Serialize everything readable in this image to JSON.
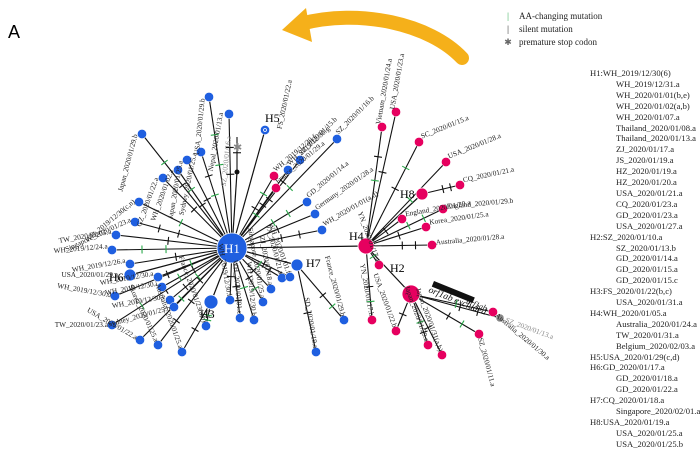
{
  "panel": "A",
  "legend": [
    {
      "symbol": "|",
      "color": "#2aa84a",
      "label": "AA-changing mutation"
    },
    {
      "symbol": "|",
      "color": "#111111",
      "label": "silent mutation"
    },
    {
      "symbol": "✱",
      "color": "#666666",
      "label": "premature stop codon"
    }
  ],
  "colors": {
    "blue": "#1f5fe0",
    "pink": "#e6005f",
    "grey": "#888888",
    "arrow": "#f5b01a",
    "green": "#2aa84a"
  },
  "hubs": [
    {
      "id": "H1",
      "label": "H1"
    },
    {
      "id": "H2",
      "label": "H2"
    },
    {
      "id": "H3",
      "label": "H3"
    },
    {
      "id": "H4",
      "label": "H4"
    },
    {
      "id": "H5",
      "label": "H5"
    },
    {
      "id": "H6",
      "label": "H6"
    },
    {
      "id": "H7",
      "label": "H7"
    },
    {
      "id": "H8",
      "label": "H8"
    }
  ],
  "annotations": {
    "orf1ab_excluded": "orf1ab excluded",
    "orf1ab": "orf1ab"
  },
  "leaves": [
    "USA_2020/01/29.b",
    "SZ_2020/01/16.a",
    "Nepal_2020/01/13.a",
    "FS_2020/01/22.a",
    "Japan_2020/01/29.b",
    "Japan_2020/01/25.a",
    "Sydney_2020/01/25.a",
    "GZ_2020/01/22.a",
    "WH_2020/01/02.a",
    "WH_2019/12/30(c,n)",
    "Singapore_2020/01/23.a",
    "TW_2020/02/05.a",
    "WH_2019/12/24.a",
    "WH_2019/12/26.a",
    "USA_2020/01/29.a",
    "WH_2019/12/30.a",
    "WH_2019/12/30.i",
    "WH_2019/12/30.d",
    "WH_2019/12/30.e",
    "Sydney_2020/01/25.b",
    "TW_2020/01/23.a",
    "USA_2020/01/22.a",
    "Skorea_2020/01/25.a",
    "Australia_2020/01/25.a",
    "France_2020/01/23(a,b)",
    "WH_2019/12/30.l",
    "WH_2020/01/01.c",
    "WH_2019/12/30.h",
    "Singapore_2020/01/25.a",
    "ZJ_2020/01/18.a",
    "JX_2020/01/21.a",
    "WH_2020/01/01.f",
    "WH_2019/12/30.f",
    "France_2020/01/29.a",
    "SZ_2020/01/15.b",
    "WH_2019/12/30.g",
    "GD_2020/01/14.a",
    "Germany_2020/01/28.a",
    "WH_2020/01/01(a,d)",
    "SZ_2020/01/16.b",
    "France_2020/01/29.b",
    "SD_2020/01/19.a",
    "Vietnam_2020/01/24.a",
    "USA_2020/01/23.a",
    "SC_2020/01/15.a",
    "USA_2020/01/28.a",
    "CQ_2020/01/21.a",
    "England_2020/01/29.a",
    "England_2020/01/29.b",
    "Korea_2020/01/25.a",
    "Australia_2020/01/28.a",
    "YN_2020/01/17.a",
    "YN_2020/01/17.b",
    "USA_2020/01/22.b",
    "Japan_2020/01/29.a",
    "Japan_2020/01/31(a,b)",
    "SZ_2020/01/11.a",
    "Australia_2020/01/30.a",
    "SZ_2020/01/13.a"
  ],
  "haplotypes": [
    {
      "entry": "H1:WH_2019/12/30(6)",
      "indent": false
    },
    {
      "entry": "WH_2019/12/31.a",
      "indent": true
    },
    {
      "entry": "WH_2020/01/01(b,e)",
      "indent": true
    },
    {
      "entry": "WH_2020/01/02(a,b)",
      "indent": true
    },
    {
      "entry": "WH_2020/01/07.a",
      "indent": true
    },
    {
      "entry": "Thailand_2020/01/08.a",
      "indent": true
    },
    {
      "entry": "Thailand_2020/01/13.a",
      "indent": true
    },
    {
      "entry": "ZJ_2020/01/17.a",
      "indent": true
    },
    {
      "entry": "JS_2020/01/19.a",
      "indent": true
    },
    {
      "entry": "HZ_2020/01/19.a",
      "indent": true
    },
    {
      "entry": "HZ_2020/01/20.a",
      "indent": true
    },
    {
      "entry": "USA_2020/01/21.a",
      "indent": true
    },
    {
      "entry": "CQ_2020/01/23.a",
      "indent": true
    },
    {
      "entry": "GD_2020/01/23.a",
      "indent": true
    },
    {
      "entry": "USA_2020/01/27.a",
      "indent": true
    },
    {
      "entry": "H2:SZ_2020/01/10.a",
      "indent": false
    },
    {
      "entry": "SZ_2020/01/13.b",
      "indent": true
    },
    {
      "entry": "GD_2020/01/14.a",
      "indent": true
    },
    {
      "entry": "GD_2020/01/15.a",
      "indent": true
    },
    {
      "entry": "GD_2020/01/15.c",
      "indent": true
    },
    {
      "entry": "H3:FS_2020/01/22(b,c)",
      "indent": false
    },
    {
      "entry": "USA_2020/01/31.a",
      "indent": true
    },
    {
      "entry": "H4:WH_2020/01/05.a",
      "indent": false
    },
    {
      "entry": "Australia_2020/01/24.a",
      "indent": true
    },
    {
      "entry": "TW_2020/01/31.a",
      "indent": true
    },
    {
      "entry": "Belgium_2020/02/03.a",
      "indent": true
    },
    {
      "entry": "H5:USA_2020/01/29(c,d)",
      "indent": false
    },
    {
      "entry": "H6:GD_2020/01/17.a",
      "indent": false
    },
    {
      "entry": "GD_2020/01/18.a",
      "indent": true
    },
    {
      "entry": "GD_2020/01/22.a",
      "indent": true
    },
    {
      "entry": "H7:CQ_2020/01/18.a",
      "indent": false
    },
    {
      "entry": "Singapore_2020/02/01.a",
      "indent": true
    },
    {
      "entry": "H8:USA_2020/01/19.a",
      "indent": false
    },
    {
      "entry": "USA_2020/01/25.a",
      "indent": true
    },
    {
      "entry": "USA_2020/01/25.b",
      "indent": true
    }
  ]
}
